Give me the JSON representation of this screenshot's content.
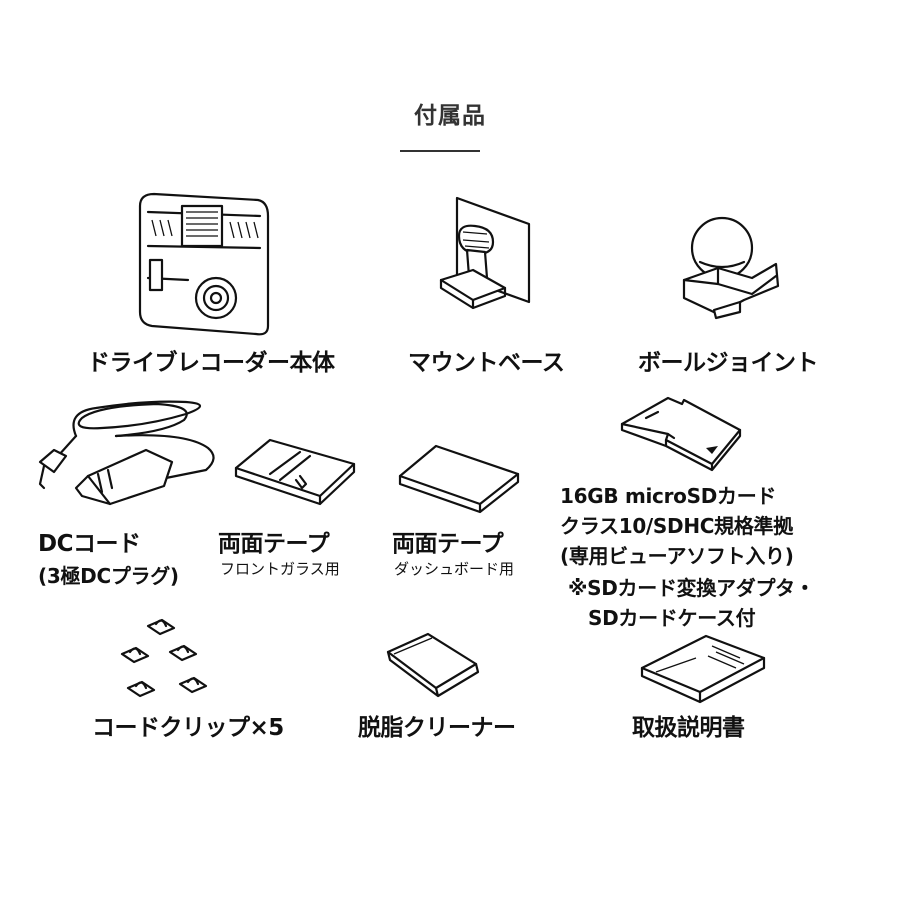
{
  "page": {
    "title": "付属品"
  },
  "items": {
    "dashcam": {
      "label": "ドライブレコーダー本体"
    },
    "mount": {
      "label": "マウントベース"
    },
    "ball": {
      "label": "ボールジョイント"
    },
    "dc_cord": {
      "label": "DCコード",
      "sub": "(3極DCプラグ)"
    },
    "tape_front": {
      "label": "両面テープ",
      "sub": "フロントガラス用"
    },
    "tape_dash": {
      "label": "両面テープ",
      "sub": "ダッシュボード用"
    },
    "sdcard": {
      "line1": "16GB microSDカード",
      "line2": "クラス10/SDHC規格準拠",
      "line3": "(専用ビューアソフト入り)",
      "line4": "※SDカード変換アダプタ・",
      "line5": "SDカードケース付"
    },
    "clips": {
      "label": "コードクリップ×5"
    },
    "cleaner": {
      "label": "脱脂クリーナー"
    },
    "manual": {
      "label": "取扱説明書"
    }
  },
  "icons": {
    "dashcam": "dashcam-icon",
    "mount": "mount-base-icon",
    "ball": "ball-joint-icon",
    "dc_cord": "dc-cord-icon",
    "tape_front": "double-sided-tape-icon",
    "tape_dash": "double-sided-tape-icon",
    "sdcard": "microsd-card-icon",
    "clips": "cord-clip-icon",
    "cleaner": "cleaner-wipe-icon",
    "manual": "manual-booklet-icon"
  }
}
